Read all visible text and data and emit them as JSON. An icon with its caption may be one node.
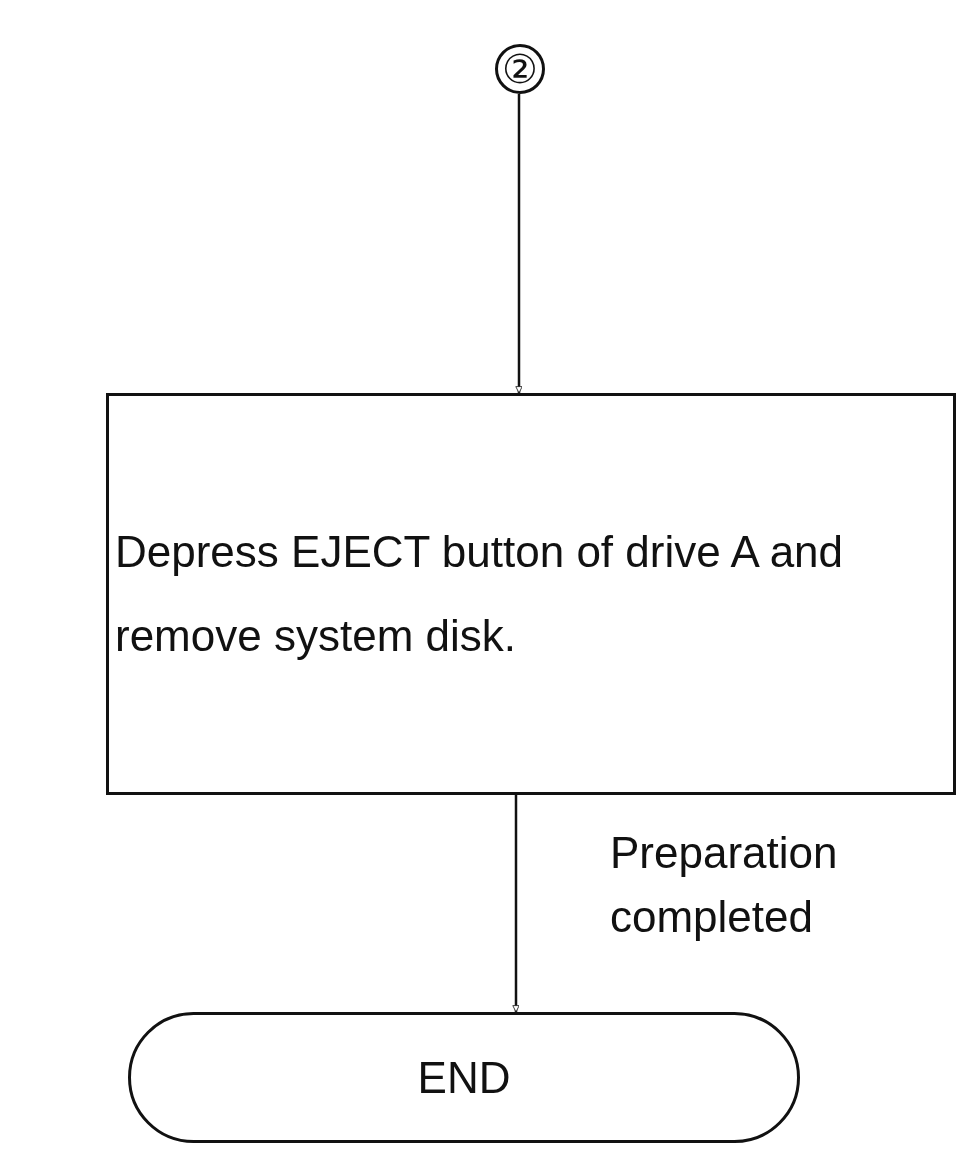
{
  "diagram": {
    "nodes": [
      {
        "text": [
          "②"
        ]
      },
      {
        "text": [
          "Depress EJECT button of drive A and remove system disk."
        ]
      },
      {
        "text": [
          "END"
        ]
      }
    ],
    "edges": [
      {
        "from": 0,
        "to": 1,
        "arrow": "to"
      },
      {
        "from": 1,
        "to": 2,
        "arrow": "to",
        "label": "Preparation completed"
      }
    ]
  }
}
